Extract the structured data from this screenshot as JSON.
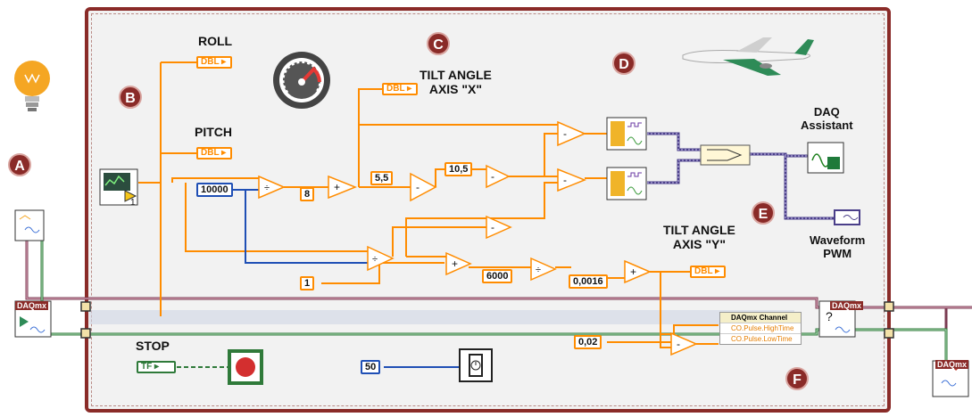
{
  "labels": {
    "roll": "ROLL",
    "pitch": "PITCH",
    "tilt_x": "TILT ANGLE\nAXIS \"X\"",
    "tilt_y": "TILT ANGLE\nAXIS \"Y\"",
    "daq_assistant": "DAQ\nAssistant",
    "waveform_pwm": "Waveform\nPWM",
    "stop": "STOP"
  },
  "markers": [
    "A",
    "B",
    "C",
    "D",
    "E",
    "F"
  ],
  "indicator_type": "DBL",
  "bool_type": "TF",
  "constants": {
    "c10000": "10000",
    "c8": "8",
    "c5_5": "5,5",
    "c10_5": "10,5",
    "c1": "1",
    "c6000": "6000",
    "c0_0016": "0,0016",
    "c0_02": "0,02",
    "c50": "50"
  },
  "operators": {
    "divide": "÷",
    "add": "+",
    "subtract": "-"
  },
  "daqmx_tag": "DAQmx",
  "property_node": {
    "header": "DAQmx Channel",
    "rows": [
      "CO.Pulse.HighTime",
      "CO.Pulse.LowTime"
    ]
  },
  "subvi_count": "1",
  "colors": {
    "frame": "#8a2b28",
    "wire_double": "#ff8c00",
    "wire_int": "#1f4fb5",
    "wire_task": "#7a3b52",
    "wire_error": "#2f7a3a",
    "wire_waveform": "#4b3f8a"
  },
  "icons": [
    "bulb-icon",
    "gauge-icon",
    "airplane-icon",
    "wait-timer-icon",
    "stop-button-icon",
    "scope-icon"
  ]
}
